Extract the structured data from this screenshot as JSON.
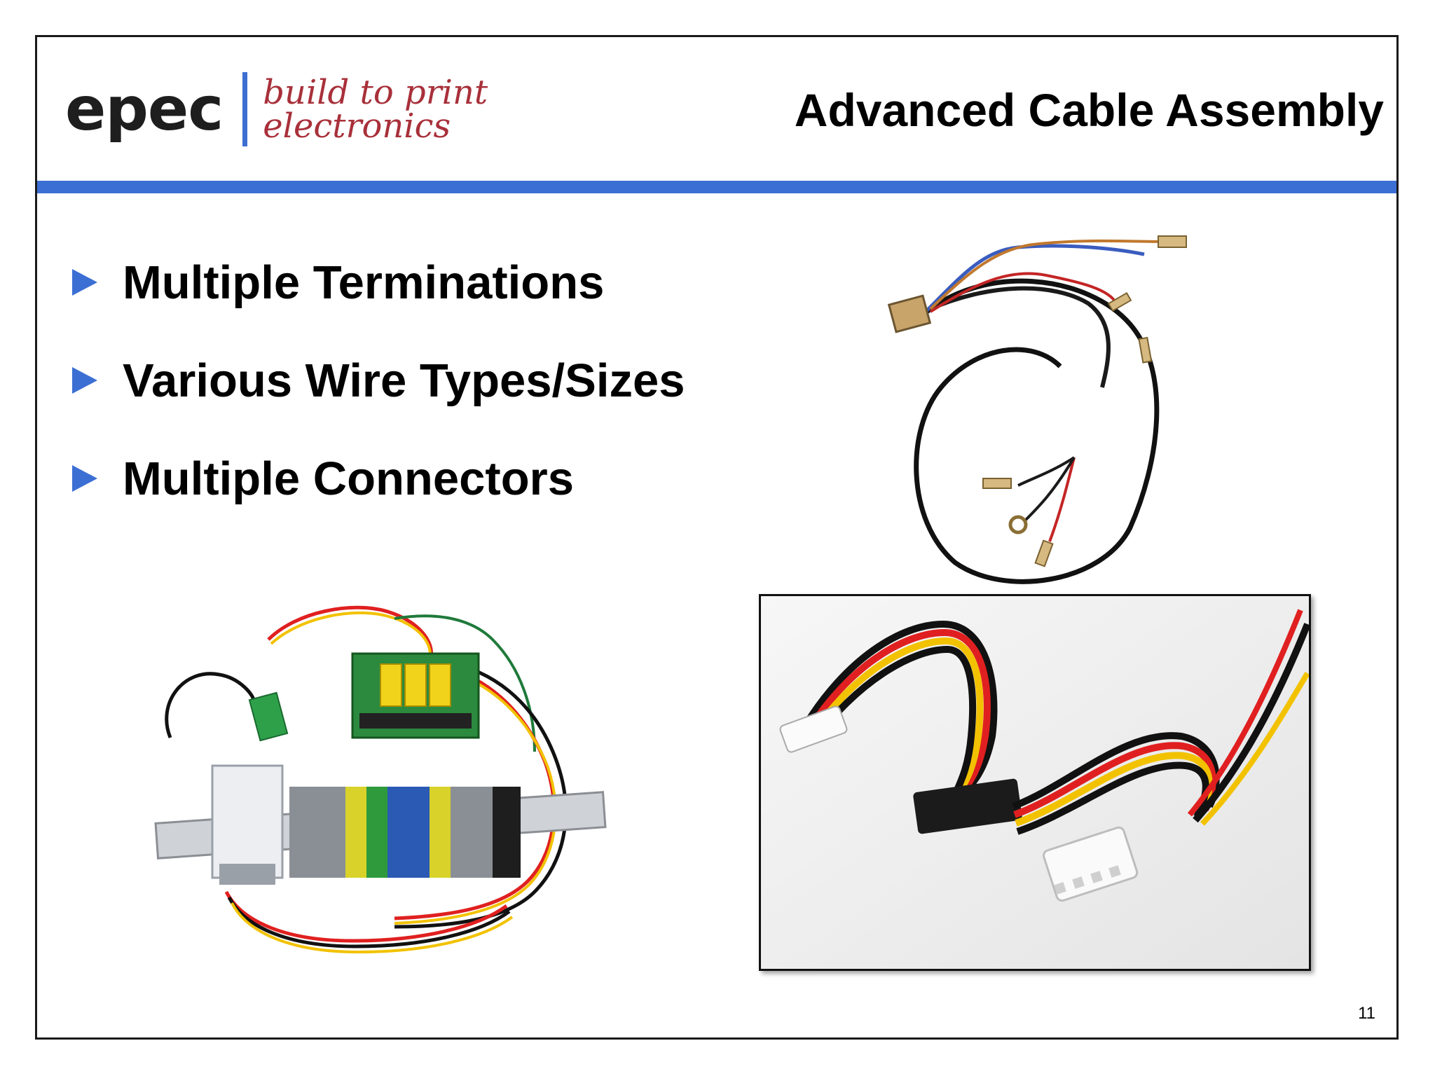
{
  "logo": {
    "wordmark": "epec",
    "tagline_line1": "build to print",
    "tagline_line2": "electronics"
  },
  "slide": {
    "title": "Advanced Cable Assembly",
    "bullets": [
      "Multiple Terminations",
      "Various Wire Types/Sizes",
      "Multiple Connectors"
    ],
    "page_number": "11"
  },
  "colors": {
    "accent_blue": "#3c6fd4",
    "logo_red": "#a8303a",
    "text": "#000000"
  },
  "images": [
    "wire-harness-photo",
    "sata-power-cable-photo",
    "din-rail-panel-assembly-photo"
  ]
}
